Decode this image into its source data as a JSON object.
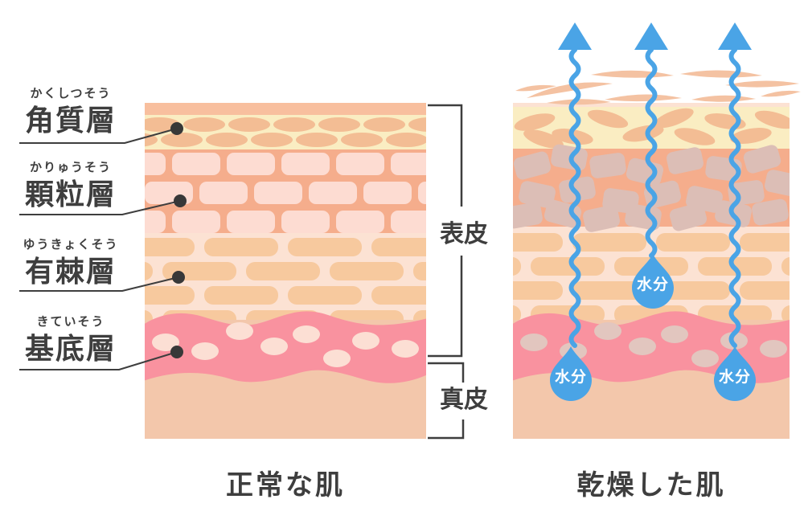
{
  "layers": [
    {
      "ruby": "かくしつそう",
      "name": "角質層"
    },
    {
      "ruby": "かりゅうそう",
      "name": "顆粒層"
    },
    {
      "ruby": "ゆうきょくそう",
      "name": "有棘層"
    },
    {
      "ruby": "きていそう",
      "name": "基底層"
    }
  ],
  "sections": {
    "epidermis": "表皮",
    "dermis": "真皮"
  },
  "captions": {
    "normal": "正常な肌",
    "dry": "乾燥した肌"
  },
  "droplets": [
    {
      "label": "水分"
    },
    {
      "label": "水分"
    },
    {
      "label": "水分"
    }
  ],
  "colors": {
    "ink": "#3E3E3E",
    "dot": "#383838",
    "surface-strip": "#F8BF9E",
    "corneum-bg": "#FAEDC2",
    "corneum-cell": "#F3BD94",
    "granular-bg": "#F5AD8C",
    "granular-cell": "#FDDCD2",
    "spinous-bg": "#FCE2D3",
    "spinous-cell": "#F7C99E",
    "basal-band": "#F9929F",
    "basal-cell-normal": "#FCDFD4",
    "basal-cell-dry": "#E2C6BF",
    "dermis": "#F3C7AB",
    "flake": "#F4C2A2",
    "damaged-cell": "#DCBEB6",
    "water-blue": "#4AA4E6",
    "droplet-text": "#FFFFFF"
  }
}
